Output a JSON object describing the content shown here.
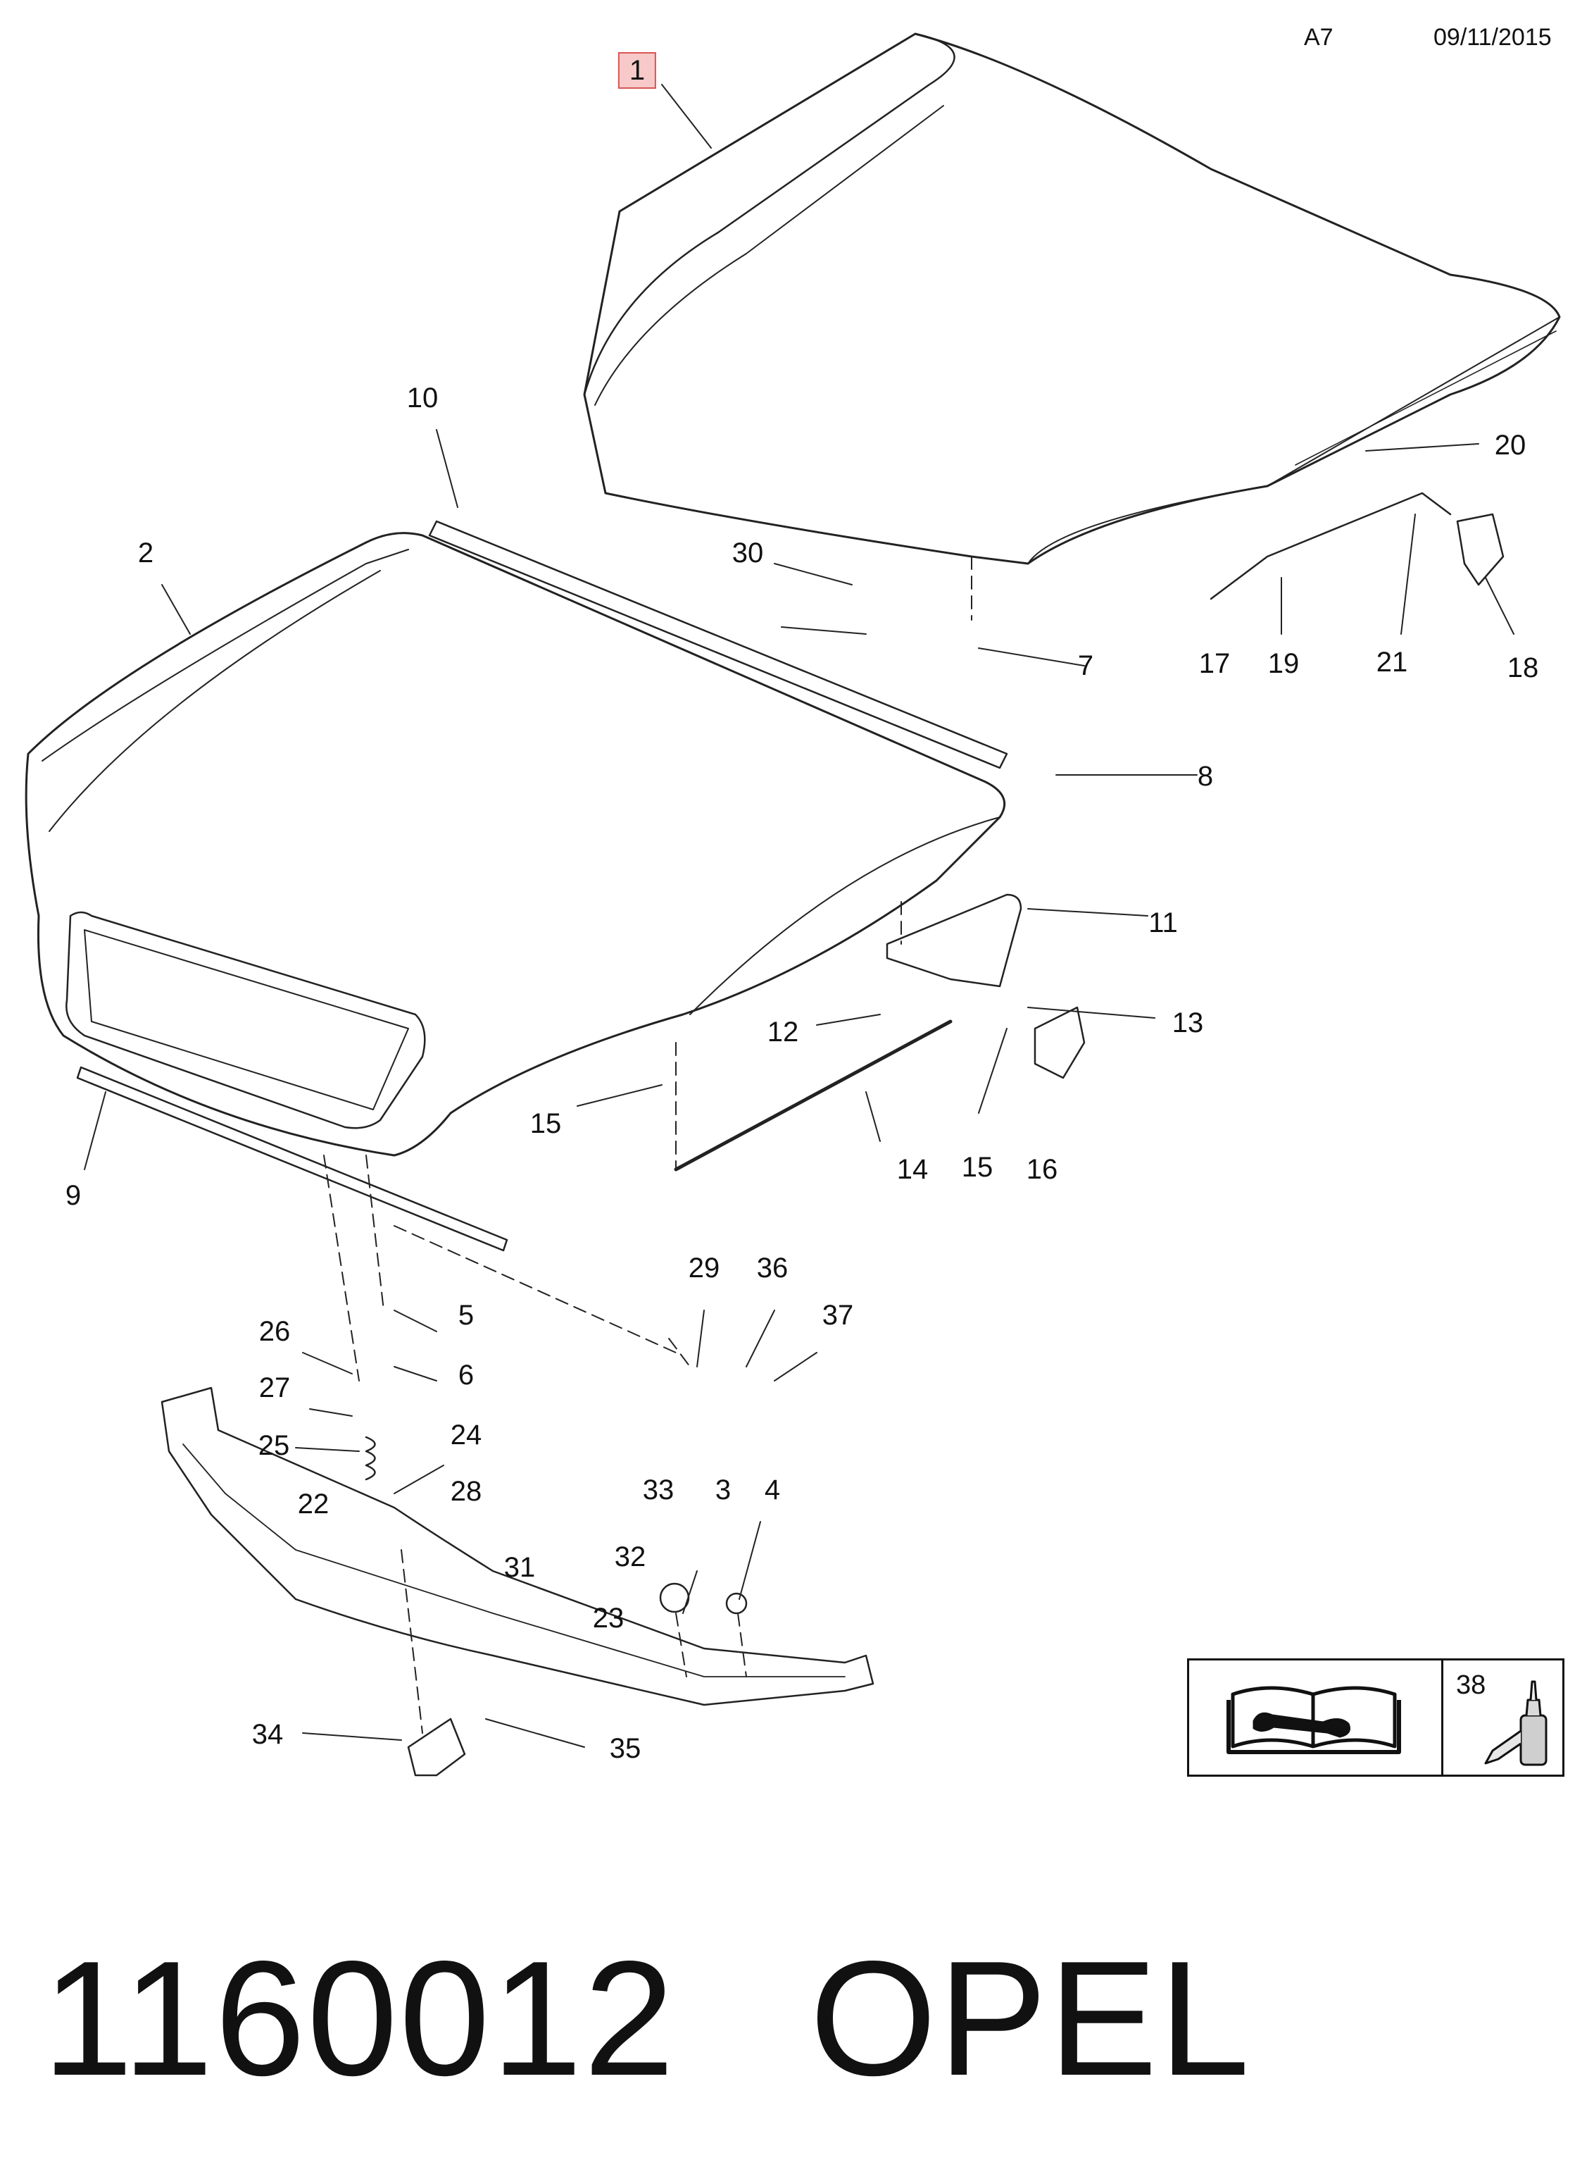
{
  "header": {
    "code": "A7",
    "date": "09/11/2015"
  },
  "callouts": [
    {
      "id": "1",
      "label": "1"
    },
    {
      "id": "2",
      "label": "2"
    },
    {
      "id": "3",
      "label": "3"
    },
    {
      "id": "4",
      "label": "4"
    },
    {
      "id": "5",
      "label": "5"
    },
    {
      "id": "6",
      "label": "6"
    },
    {
      "id": "7",
      "label": "7"
    },
    {
      "id": "8",
      "label": "8"
    },
    {
      "id": "9",
      "label": "9"
    },
    {
      "id": "10",
      "label": "10"
    },
    {
      "id": "11",
      "label": "11"
    },
    {
      "id": "12",
      "label": "12"
    },
    {
      "id": "13",
      "label": "13"
    },
    {
      "id": "14",
      "label": "14"
    },
    {
      "id": "15a",
      "label": "15"
    },
    {
      "id": "15b",
      "label": "15"
    },
    {
      "id": "16",
      "label": "16"
    },
    {
      "id": "17",
      "label": "17"
    },
    {
      "id": "18",
      "label": "18"
    },
    {
      "id": "19",
      "label": "19"
    },
    {
      "id": "20",
      "label": "20"
    },
    {
      "id": "21",
      "label": "21"
    },
    {
      "id": "22",
      "label": "22"
    },
    {
      "id": "23",
      "label": "23"
    },
    {
      "id": "24",
      "label": "24"
    },
    {
      "id": "25",
      "label": "25"
    },
    {
      "id": "26",
      "label": "26"
    },
    {
      "id": "27",
      "label": "27"
    },
    {
      "id": "28",
      "label": "28"
    },
    {
      "id": "29",
      "label": "29"
    },
    {
      "id": "30",
      "label": "30"
    },
    {
      "id": "31",
      "label": "31"
    },
    {
      "id": "32",
      "label": "32"
    },
    {
      "id": "33",
      "label": "33"
    },
    {
      "id": "34",
      "label": "34"
    },
    {
      "id": "35",
      "label": "35"
    },
    {
      "id": "36",
      "label": "36"
    },
    {
      "id": "37",
      "label": "37"
    }
  ],
  "legend": {
    "adhesive_ref": "38",
    "icons": [
      "service-manual-icon",
      "adhesive-bottle-icon"
    ]
  },
  "footer": {
    "part_number": "1160012",
    "brand": "OPEL"
  }
}
